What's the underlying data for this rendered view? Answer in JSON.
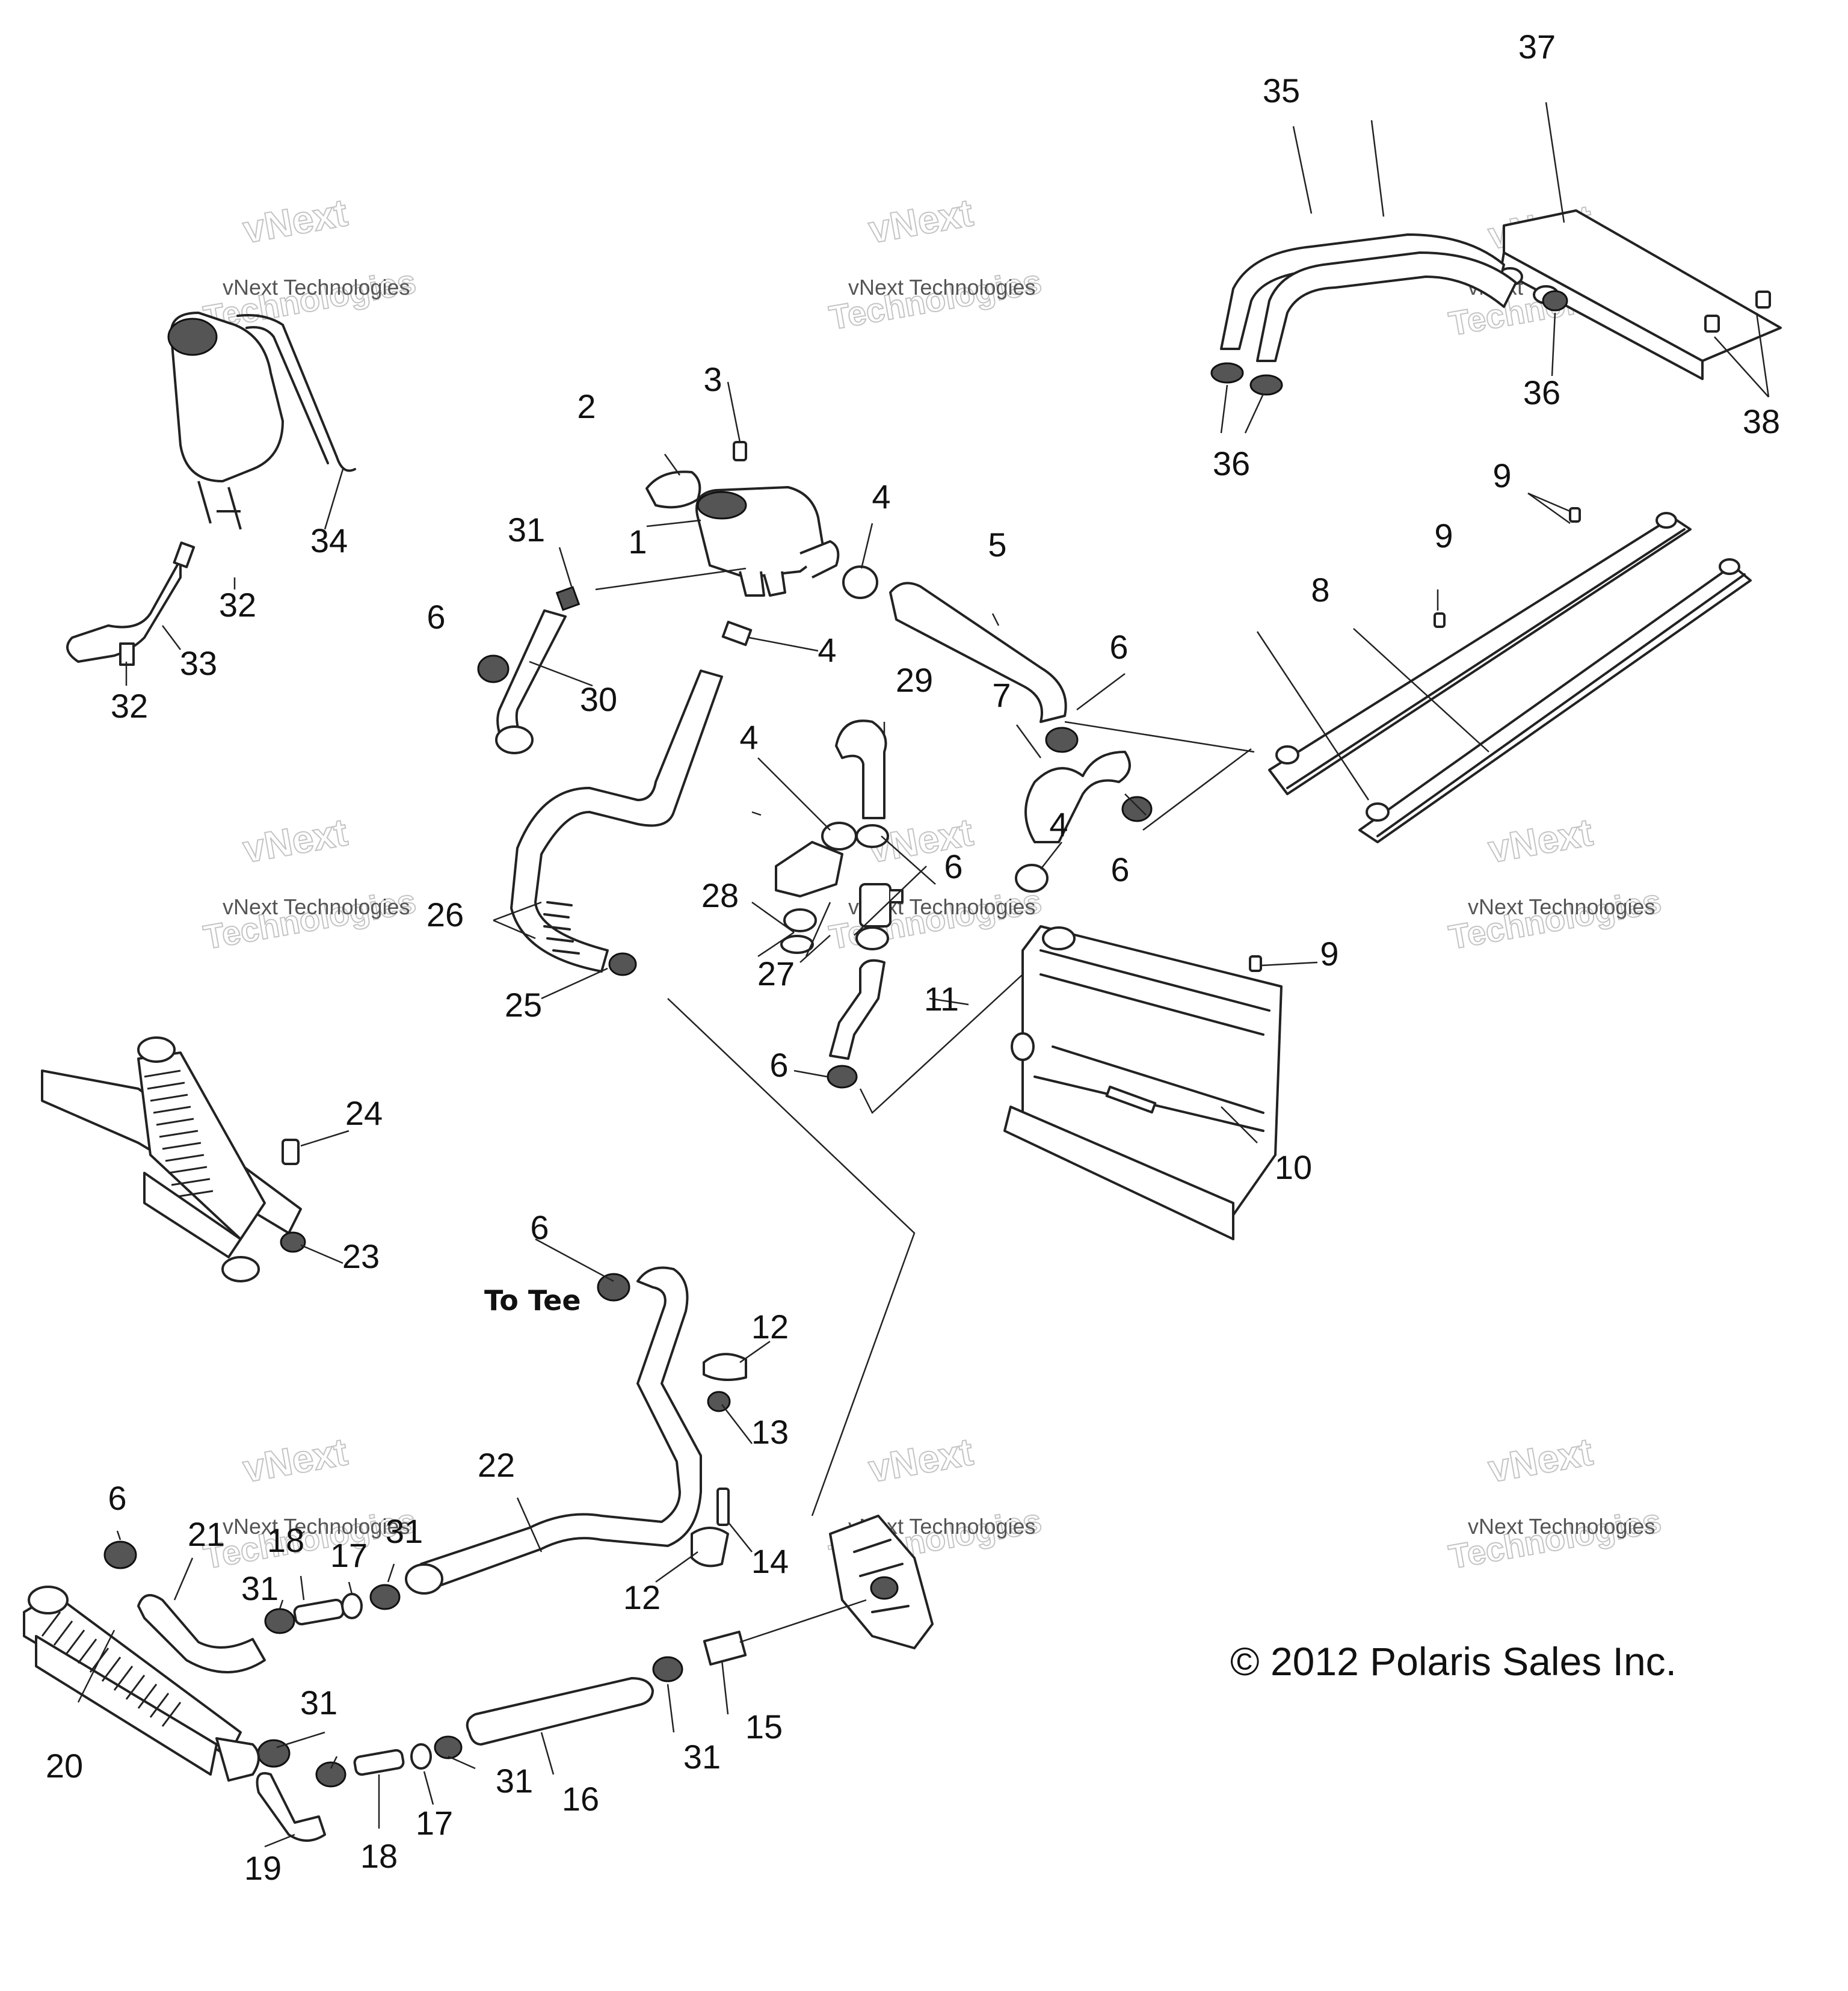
{
  "callouts": [
    {
      "id": "1",
      "label": "1"
    },
    {
      "id": "2",
      "label": "2"
    },
    {
      "id": "3",
      "label": "3"
    },
    {
      "id": "4a",
      "label": "4"
    },
    {
      "id": "4b",
      "label": "4"
    },
    {
      "id": "4c",
      "label": "4"
    },
    {
      "id": "4d",
      "label": "4"
    },
    {
      "id": "5",
      "label": "5"
    },
    {
      "id": "6a",
      "label": "6"
    },
    {
      "id": "6b",
      "label": "6"
    },
    {
      "id": "6c",
      "label": "6"
    },
    {
      "id": "6d",
      "label": "6"
    },
    {
      "id": "6e",
      "label": "6"
    },
    {
      "id": "6f",
      "label": "6"
    },
    {
      "id": "6g",
      "label": "6"
    },
    {
      "id": "7",
      "label": "7"
    },
    {
      "id": "8",
      "label": "8"
    },
    {
      "id": "9a",
      "label": "9"
    },
    {
      "id": "9b",
      "label": "9"
    },
    {
      "id": "9c",
      "label": "9"
    },
    {
      "id": "10",
      "label": "10"
    },
    {
      "id": "11",
      "label": "11"
    },
    {
      "id": "12a",
      "label": "12"
    },
    {
      "id": "12b",
      "label": "12"
    },
    {
      "id": "13",
      "label": "13"
    },
    {
      "id": "14",
      "label": "14"
    },
    {
      "id": "15",
      "label": "15"
    },
    {
      "id": "16",
      "label": "16"
    },
    {
      "id": "17a",
      "label": "17"
    },
    {
      "id": "17b",
      "label": "17"
    },
    {
      "id": "18a",
      "label": "18"
    },
    {
      "id": "18b",
      "label": "18"
    },
    {
      "id": "19",
      "label": "19"
    },
    {
      "id": "20",
      "label": "20"
    },
    {
      "id": "21",
      "label": "21"
    },
    {
      "id": "22",
      "label": "22"
    },
    {
      "id": "23",
      "label": "23"
    },
    {
      "id": "24",
      "label": "24"
    },
    {
      "id": "25",
      "label": "25"
    },
    {
      "id": "26",
      "label": "26"
    },
    {
      "id": "27",
      "label": "27"
    },
    {
      "id": "28",
      "label": "28"
    },
    {
      "id": "29",
      "label": "29"
    },
    {
      "id": "30",
      "label": "30"
    },
    {
      "id": "31a",
      "label": "31"
    },
    {
      "id": "31b",
      "label": "31"
    },
    {
      "id": "31c",
      "label": "31"
    },
    {
      "id": "31d",
      "label": "31"
    },
    {
      "id": "31e",
      "label": "31"
    },
    {
      "id": "31f",
      "label": "31"
    },
    {
      "id": "32a",
      "label": "32"
    },
    {
      "id": "32b",
      "label": "32"
    },
    {
      "id": "33",
      "label": "33"
    },
    {
      "id": "34",
      "label": "34"
    },
    {
      "id": "35",
      "label": "35"
    },
    {
      "id": "36a",
      "label": "36"
    },
    {
      "id": "36b",
      "label": "36"
    },
    {
      "id": "37",
      "label": "37"
    },
    {
      "id": "38",
      "label": "38"
    }
  ],
  "annotation_to_tee": "To Tee",
  "copyright": "© 2012 Polaris Sales Inc.",
  "watermark": {
    "line1": "vNext Technologies",
    "line2": "vNext",
    "line3": "Technologies"
  }
}
